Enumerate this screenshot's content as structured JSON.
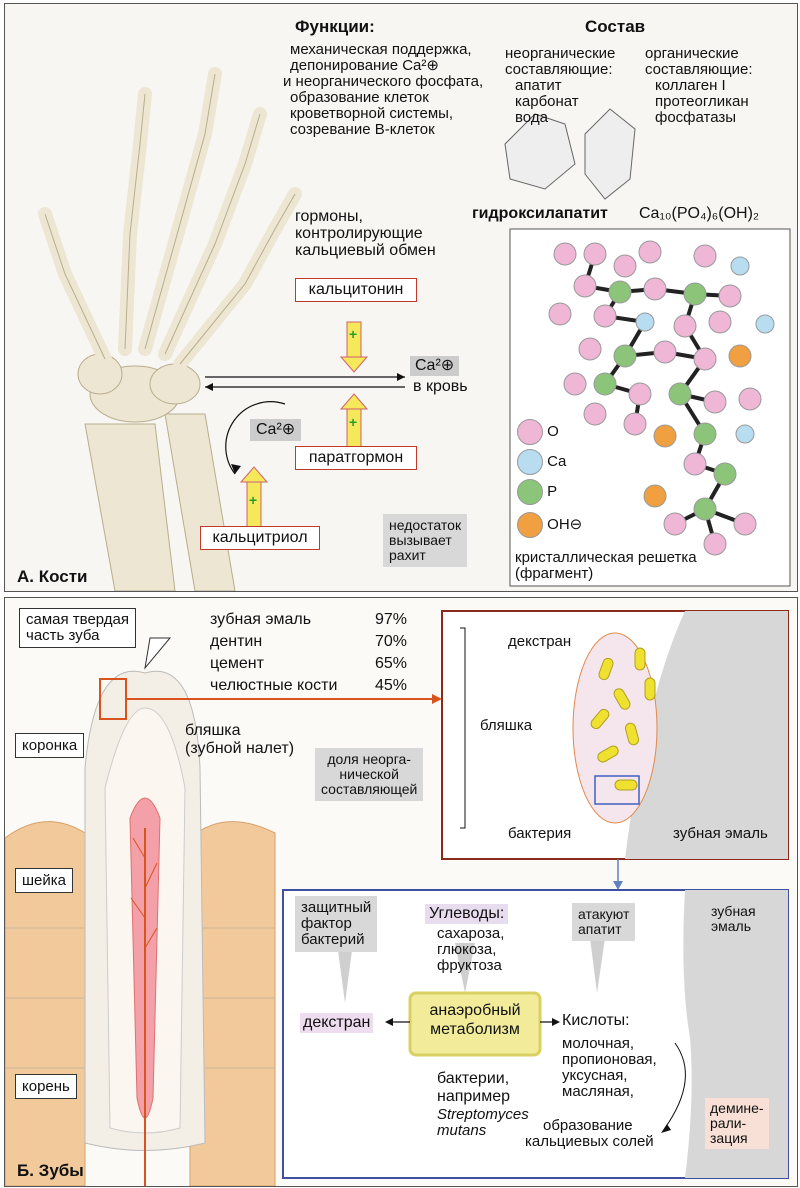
{
  "panelA": {
    "title": "А. Кости",
    "functions": {
      "heading": "Функции:",
      "lines": [
        "механическая поддержка,",
        "депонирование Ca²⊕",
        "и неорганического фосфата,",
        "образование клеток",
        "кроветворной системы,",
        "созревание В-клеток"
      ]
    },
    "composition": {
      "heading": "Состав",
      "inorganic_label": [
        "неорганические",
        "составляющие:"
      ],
      "inorganic_items": [
        "апатит",
        "карбонат",
        "вода"
      ],
      "organic_label": [
        "органические",
        "составляющие:"
      ],
      "organic_items": [
        "коллаген I",
        "протеогликан",
        "фосфатазы"
      ]
    },
    "hydroxyapatite": {
      "name": "гидроксилапатит",
      "formula": "Ca₁₀(PO₄)₆(OH)₂"
    },
    "hormones_heading": [
      "гормоны,",
      "контролирующие",
      "кальциевый обмен"
    ],
    "calcitonin": "кальцитонин",
    "parathormone": "паратгормон",
    "calcitriol": "кальцитриол",
    "ca_blood": "Ca²⊕",
    "to_blood": "в кровь",
    "ca_bone": "Ca²⊕",
    "plus": "+",
    "deficiency_note": [
      "недостаток",
      "вызывает",
      "рахит"
    ],
    "legend": [
      {
        "label": "O",
        "color": "#f0b6d6"
      },
      {
        "label": "Ca",
        "color": "#b8dcf0"
      },
      {
        "label": "P",
        "color": "#8cc47a"
      },
      {
        "label": "OH⊖",
        "color": "#f0a040"
      }
    ],
    "lattice_caption": [
      "кристаллическая решетка",
      "(фрагмент)"
    ]
  },
  "panelB": {
    "title": "Б. Зубы",
    "hardest_part": [
      "самая твердая",
      "часть зуба"
    ],
    "table": [
      {
        "name": "зубная эмаль",
        "value": "97%"
      },
      {
        "name": "дентин",
        "value": "70%"
      },
      {
        "name": "цемент",
        "value": "65%"
      },
      {
        "name": "челюстные кости",
        "value": "45%"
      }
    ],
    "inorganic_share": [
      "доля неорга-",
      "нической",
      "составляющей"
    ],
    "plaque": [
      "бляшка",
      "(зубной налет)"
    ],
    "crown": "коронка",
    "neck": "шейка",
    "root": "корень",
    "zoom": {
      "dextran": "декстран",
      "plaque": "бляшка",
      "bacterium": "бактерия",
      "enamel": "зубная эмаль"
    },
    "protective": [
      "защитный",
      "фактор",
      "бактерий"
    ],
    "carbs_heading": "Углеводы:",
    "carbs": [
      "сахароза,",
      "глюкоза,",
      "фруктоза"
    ],
    "attack": [
      "атакуют",
      "апатит"
    ],
    "enamel2": [
      "зубная",
      "эмаль"
    ],
    "dextran2": "декстран",
    "anaerobic": [
      "анаэробный",
      "метаболизм"
    ],
    "acids_heading": "Кислоты:",
    "acids": [
      "молочная,",
      "пропионовая,",
      "уксусная,",
      "масляная,"
    ],
    "bacteria": [
      "бактерии,",
      "например"
    ],
    "species": [
      "Streptomyces",
      "mutans"
    ],
    "salts": [
      "образование",
      "кальциевых солей"
    ],
    "demin": [
      "демине-",
      "рали-",
      "зация"
    ]
  }
}
